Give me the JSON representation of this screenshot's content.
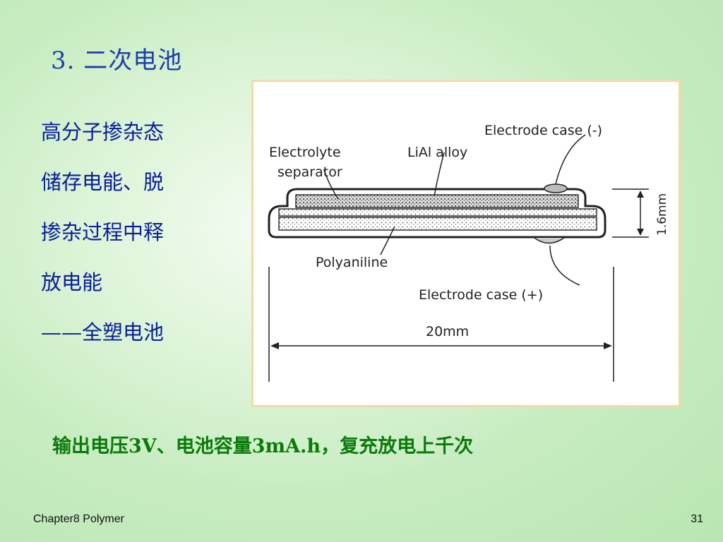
{
  "slide": {
    "title": "3. 二次电池",
    "body_lines": [
      "高分子掺杂态",
      "储存电能、脱",
      "掺杂过程中释",
      "放电能",
      "——全塑电池"
    ],
    "bottom_text": "输出电压3V、电池容量3mA.h，复充放电上千次"
  },
  "figure": {
    "labels": {
      "electrode_case_neg": "Electrode case (-)",
      "electrolyte": "Electrolyte",
      "separator": "separator",
      "lial_alloy": "LiAl alloy",
      "polyaniline": "Polyaniline",
      "electrode_case_pos": "Electrode case (+)",
      "width_dim": "20mm",
      "height_dim": "1.6mm"
    }
  },
  "footer": {
    "chapter": "Chapter8 Polymer",
    "page_number": "31"
  }
}
